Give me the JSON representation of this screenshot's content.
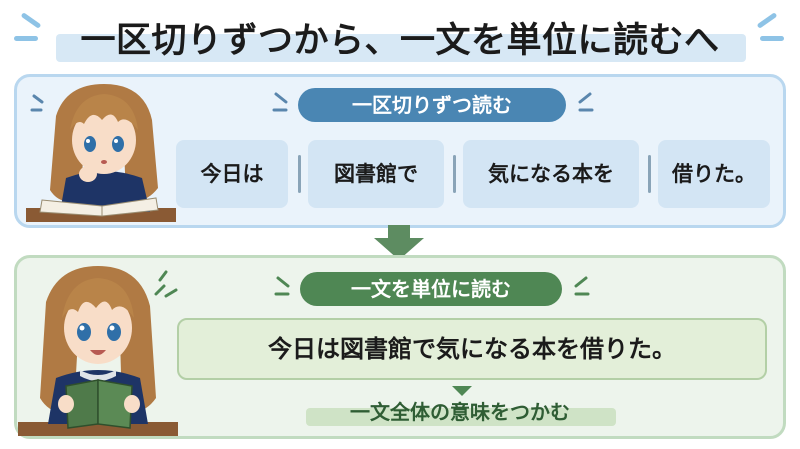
{
  "title": "一区切りずつから、一文を単位に読むへ",
  "top_panel": {
    "heading": "一区切りずつ読む",
    "chunks": [
      "今日は",
      "図書館で",
      "気になる本を",
      "借りた。"
    ]
  },
  "bottom_panel": {
    "heading": "一文を単位に読む",
    "sentence": "今日は図書館で気になる本を借りた。",
    "caption": "一文全体の意味をつかむ"
  },
  "colors": {
    "blue_accent": "#4a86b3",
    "green_accent": "#4f8754",
    "top_panel_bg": "#eaf3fb",
    "bottom_panel_bg": "#edf4ec"
  },
  "icons": {
    "top_character": "girl-reading-thinking-illustration",
    "bottom_character": "girl-reading-happy-illustration",
    "arrow": "down-arrow-icon"
  }
}
